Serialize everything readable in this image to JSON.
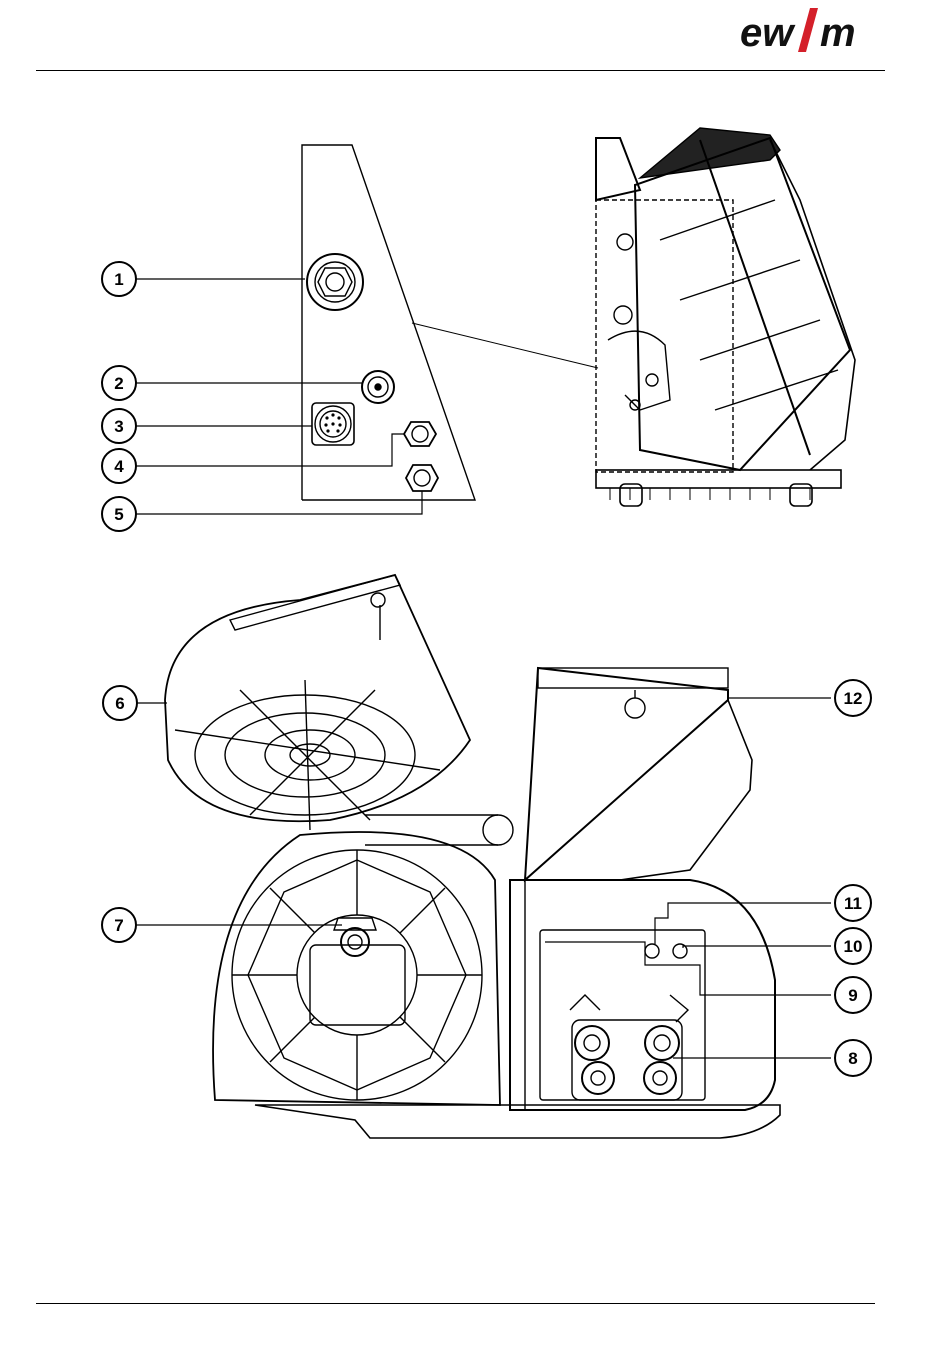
{
  "header": {
    "logo_text": "ewm",
    "logo_accent_color": "#d4202a"
  },
  "callouts": [
    {
      "number": "1"
    },
    {
      "number": "2"
    },
    {
      "number": "3"
    },
    {
      "number": "4"
    },
    {
      "number": "5"
    },
    {
      "number": "6"
    },
    {
      "number": "7"
    },
    {
      "number": "8"
    },
    {
      "number": "9"
    },
    {
      "number": "10"
    },
    {
      "number": "11"
    },
    {
      "number": "12"
    }
  ]
}
